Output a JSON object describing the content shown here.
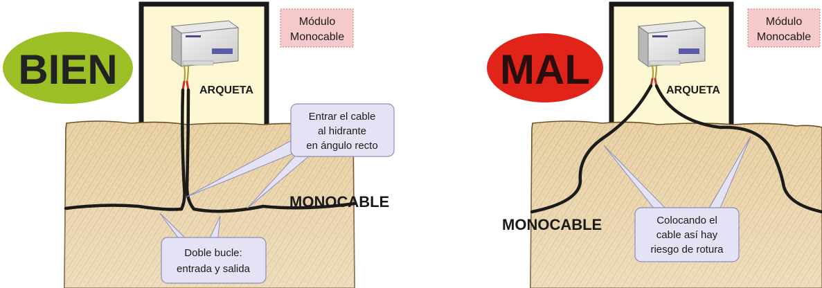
{
  "left_panel": {
    "badge": {
      "text": "BIEN",
      "color": "#9cbf26",
      "text_color": "#222222"
    },
    "module_label": {
      "line1": "Módulo",
      "line2": "Monocable"
    },
    "arqueta_label": "ARQUETA",
    "monocable_label": "MONOCABLE",
    "callout_angle": {
      "line1": "Entrar el cable",
      "line2": "al hidrante",
      "line3": "en ángulo recto"
    },
    "callout_loop": {
      "line1": "Doble bucle:",
      "line2": "entrada y salida"
    }
  },
  "right_panel": {
    "badge": {
      "text": "MAL",
      "color": "#e2231a",
      "text_color": "#2a0d0d"
    },
    "module_label": {
      "line1": "Módulo",
      "line2": "Monocable"
    },
    "arqueta_label": "ARQUETA",
    "monocable_label": "MONOCABLE",
    "callout_risk": {
      "line1": "Colocando el",
      "line2": "cable así hay",
      "line3": "riesgo de rotura"
    }
  },
  "colors": {
    "soil_fill": "#e9d2a6",
    "soil_hatch": "#c2a574",
    "arqueta_fill": "#fdf8d3",
    "arqueta_border": "#1a1a1a",
    "cable": "#1b1b1b",
    "module_label_bg": "#f6c9cb",
    "module_label_border": "#d9888d",
    "callout_bg": "#e4e3f5",
    "callout_border": "#8d8cb8"
  },
  "icons": [
    "control-module-icon",
    "cable-icon"
  ]
}
